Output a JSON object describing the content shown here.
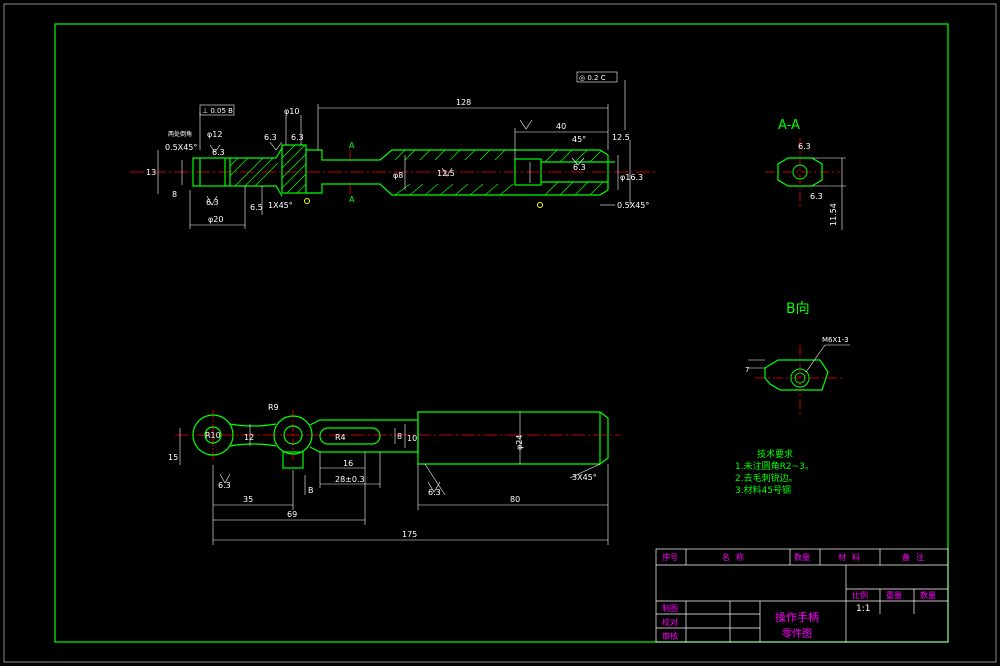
{
  "colors": {
    "background": "#000000",
    "frame": "#00ff00",
    "part": "#00ff00",
    "dimension": "#ffffff",
    "centerline": "#ff0000",
    "hatch": "#00ff00",
    "title_text": "#ff00ff",
    "notes": "#00ff00",
    "marker": "#ffff00"
  },
  "views": {
    "section_aa": {
      "label": "A-A",
      "dim_63": "6.3",
      "dim_63b": "6.3",
      "dim_1154": "11.54"
    },
    "view_b": {
      "label": "B向",
      "thread": "M6X1-3",
      "dim_7": "7"
    }
  },
  "top_view": {
    "dim_128": "128",
    "dim_40": "40",
    "dim_63a": "6.3",
    "dim_63b": "6.3",
    "dim_63c": "6.3",
    "dim_63d": "6.3",
    "dim_63e": "6.3",
    "dim_125a": "12.5",
    "dim_125b": "12.5",
    "dim_phi10": "φ10",
    "dim_phi8": "φ8",
    "dim_phi12": "φ12",
    "dim_phi163": "φ16.3",
    "dim_phi20": "φ20",
    "dim_13": "13",
    "dim_8": "8",
    "dim_65": "6.5",
    "dim_45": "45°",
    "chamfer1": "0.5X45°",
    "chamfer2": "1X45°",
    "chamfer3": "0.5X45°",
    "tol_box": "⊥ 0.05 B",
    "tol_box2": "◎ 0.2 C",
    "section_a1": "A",
    "section_a2": "A",
    "note_small": "两处倒角"
  },
  "bottom_view": {
    "dim_R10": "R10",
    "dim_R9": "R9",
    "dim_R4": "R4",
    "dim_15": "15",
    "dim_12": "12",
    "dim_8": "8",
    "dim_10": "10",
    "dim_16": "16",
    "dim_28": "28±0.3",
    "dim_35": "35",
    "dim_69": "69",
    "dim_80": "80",
    "dim_175": "175",
    "dim_phi24": "φ24",
    "dim_63a": "6.3",
    "dim_63b": "6.3",
    "chamfer": "3X45°",
    "arrow_b": "B"
  },
  "tech_req": {
    "title": "技术要求",
    "items": [
      "1.未注圆角R2~3。",
      "2.去毛刺锐边。",
      "3.材料45号钢"
    ]
  },
  "title_block": {
    "headers": [
      "序号",
      "名称",
      "数量",
      "材料",
      "备注"
    ],
    "scale_label": "比例",
    "weight_label": "重量",
    "qty_label": "数量",
    "scale_value": "1:1",
    "roles": [
      "制图",
      "校对",
      "审核"
    ],
    "part_name": "操作手柄",
    "drawing_type": "零件图"
  }
}
